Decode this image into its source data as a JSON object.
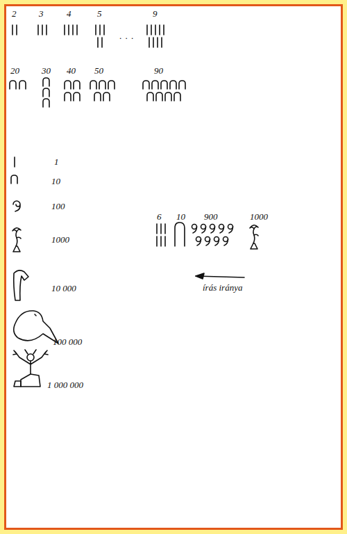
{
  "diagram": {
    "labels": [
      "2",
      "3",
      "4",
      "5",
      ". . .",
      "9",
      "20",
      "30",
      "40",
      "50",
      "90",
      "1",
      "10",
      "100",
      "1000",
      "6",
      "10",
      "900",
      "1000",
      "10 000",
      "írás iránya",
      "100 000",
      "1 000 000"
    ]
  }
}
